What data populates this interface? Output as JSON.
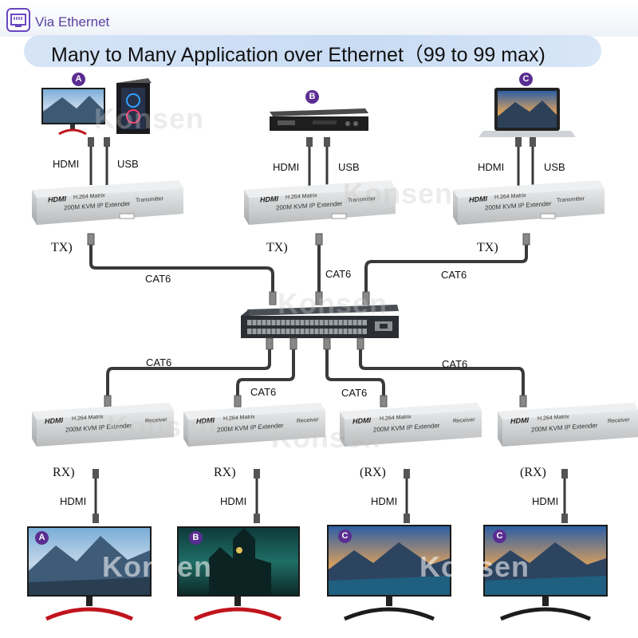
{
  "header": {
    "via_label": "Via Ethernet",
    "ethernet_icon": "ethernet-port-icon",
    "title": "Many to Many Application over Ethernet（99 to 99 max)"
  },
  "watermark": "Konsen",
  "transmitters": [
    {
      "badge": "A",
      "source": "monitor+pc",
      "hdmi": "HDMI",
      "usb": "USB",
      "port": "TX)"
    },
    {
      "badge": "B",
      "source": "dvd-player",
      "hdmi": "HDMI",
      "usb": "USB",
      "port": "TX)"
    },
    {
      "badge": "C",
      "source": "laptop",
      "hdmi": "HDMI",
      "usb": "USB",
      "port": "TX)"
    }
  ],
  "device_text": {
    "brand": "HDMI",
    "model_line": "H.264  Matrix",
    "name": "200M KVM IP Extender",
    "tx_type": "Transmitter",
    "rx_type": "Receiver"
  },
  "cables": {
    "tx": [
      "CAT6",
      "CAT6",
      "CAT6"
    ],
    "rx": [
      "CAT6",
      "CAT6",
      "CAT6",
      "CAT6"
    ]
  },
  "receivers": [
    {
      "port": "RX)",
      "hdmi": "HDMI",
      "badge": "A",
      "scene": "mountain-lake"
    },
    {
      "port": "RX)",
      "hdmi": "HDMI",
      "badge": "B",
      "scene": "fantasy-castle"
    },
    {
      "port": "(RX)",
      "hdmi": "HDMI",
      "badge": "C",
      "scene": "mountain-lake"
    },
    {
      "port": "(RX)",
      "hdmi": "HDMI",
      "badge": "C",
      "scene": "mountain-lake"
    }
  ],
  "colors": {
    "badge": "#5a2d91",
    "banner": "#cfdff5",
    "cable": "#3a3a3a",
    "device": "#c9cbcd",
    "switch": "#2b2f33"
  }
}
